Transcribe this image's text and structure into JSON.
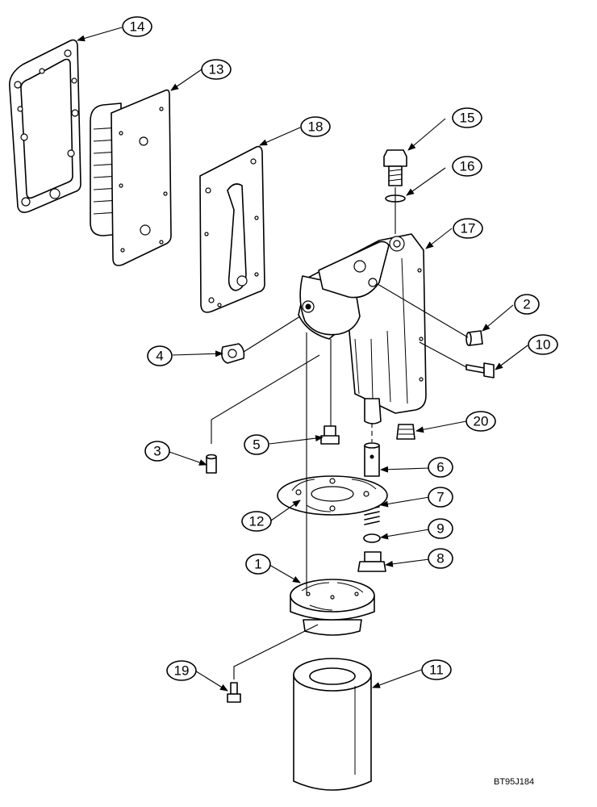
{
  "diagram": {
    "callouts": [
      {
        "id": "14",
        "label": "14"
      },
      {
        "id": "13",
        "label": "13"
      },
      {
        "id": "18",
        "label": "18"
      },
      {
        "id": "15",
        "label": "15"
      },
      {
        "id": "16",
        "label": "16"
      },
      {
        "id": "17",
        "label": "17"
      },
      {
        "id": "2",
        "label": "2"
      },
      {
        "id": "10",
        "label": "10"
      },
      {
        "id": "4",
        "label": "4"
      },
      {
        "id": "20",
        "label": "20"
      },
      {
        "id": "3",
        "label": "3"
      },
      {
        "id": "5",
        "label": "5"
      },
      {
        "id": "6",
        "label": "6"
      },
      {
        "id": "7",
        "label": "7"
      },
      {
        "id": "12",
        "label": "12"
      },
      {
        "id": "9",
        "label": "9"
      },
      {
        "id": "8",
        "label": "8"
      },
      {
        "id": "1",
        "label": "1"
      },
      {
        "id": "19",
        "label": "19"
      },
      {
        "id": "11",
        "label": "11"
      }
    ],
    "reference_code": "BT95J184"
  }
}
